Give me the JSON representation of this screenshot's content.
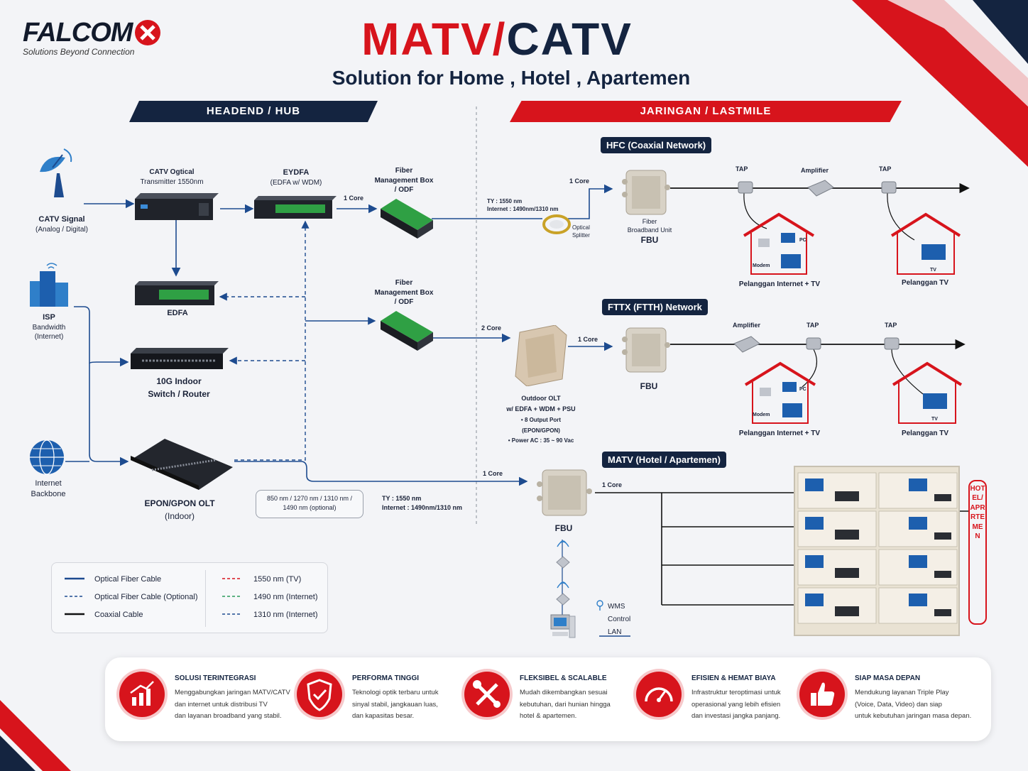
{
  "brand": {
    "name": "FALCOM",
    "tagline": "Solutions Beyond Connection"
  },
  "title": {
    "part1": "MATV/",
    "part2": "CATV",
    "subtitle": "Solution for Home , Hotel , Apartemen"
  },
  "sections": {
    "headend": "HEADEND / HUB",
    "lastmile": "JARINGAN / LASTMILE"
  },
  "networks": {
    "hfc": "HFC  (Coaxial Network)",
    "fttx": "FTTX (FTTH) Network",
    "matv": "MATV (Hotel / Apartemen)"
  },
  "sources": {
    "catv": {
      "name": "CATV Signal",
      "sub": "(Analog / Digital)"
    },
    "isp": {
      "name": "ISP",
      "sub1": "Bandwidth",
      "sub2": "(Internet)"
    },
    "internet": {
      "name1": "Internet",
      "name2": "Backbone"
    }
  },
  "devices": {
    "transmitter": {
      "line1": "CATV Ogtical",
      "line2": "Transmitter 1550nm"
    },
    "eydfa": {
      "line1": "EYDFA",
      "line2": "(EDFA w/ WDM)"
    },
    "edfa": "EDFA",
    "switch": {
      "line1": "10G Indoor",
      "line2": "Switch / Router"
    },
    "olt": {
      "line1": "EPON/GPON OLT",
      "line2": "(Indoor)"
    },
    "odf1": {
      "line1": "Fiber",
      "line2": "Management Box",
      "line3": "/ ODF"
    },
    "odf2": {
      "line1": "Fiber",
      "line2": "Management Box",
      "line3": "/ ODF"
    },
    "splitter": {
      "line1": "Optical",
      "line2": "Splitter"
    },
    "fbu_hfc": {
      "line1": "Fiber",
      "line2": "Broadband Unit",
      "name": "FBU"
    },
    "fbu_fttx": "FBU",
    "fbu_matv": "FBU",
    "outdoor_olt": {
      "line1": "Outdoor OLT",
      "line2": "w/ EDFA + WDM + PSU",
      "bullet1": "8 Output Port",
      "bullet1b": "(EPON/GPON)",
      "bullet2": "Power AC : 35 ~ 90 Vac"
    }
  },
  "line_labels": {
    "core1_a": "1 Core",
    "core1_b": "1 Core",
    "core2": "2 Core",
    "core1_c": "1 Core",
    "core1_d": "1 Core",
    "core1_e": "1 Core",
    "wl_top_1": "TY :  1550 nm",
    "wl_top_2": "Internet : 1490nm/1310 nm",
    "wl_bottom_1": "TY :  1550 nm",
    "wl_bottom_2": "Internet : 1490nm/1310 nm",
    "wl_box_1": "850 nm / 1270 nm / 1310 nm /",
    "wl_box_2": "1490 nm (optional)"
  },
  "hfc_chain": {
    "tap1": "TAP",
    "amp": "Amplifier",
    "tap2": "TAP",
    "home1": "Pelanggan Internet + TV",
    "home2": "Pelanggan TV",
    "pc": "PC",
    "modem": "Modem",
    "tv": "TV"
  },
  "fttx_chain": {
    "amp": "Amplifier",
    "tap1": "TAP",
    "tap2": "TAP",
    "home1": "Pelanggan Internet + TV",
    "home2": "Pelanggan TV",
    "pc": "PC",
    "modem": "Modem",
    "tv": "TV"
  },
  "matv_side": {
    "wms": "WMS",
    "control": "Control",
    "lan": "LAN",
    "vertical": "HOTEL/APRRTEMEN",
    "room_tv": "TV"
  },
  "legend": [
    {
      "label": "Optical Fiber Cable",
      "style": "solid",
      "color": "#1d4b8f"
    },
    {
      "label": "Optical Fiber Cable (Optional)",
      "style": "dashed",
      "color": "#1d4b8f"
    },
    {
      "label": "Coaxial Cable",
      "style": "solid",
      "color": "#111111"
    },
    {
      "label": "1550 nm (TV)",
      "style": "dashed",
      "color": "#d7141c"
    },
    {
      "label": "1490 nm (Internet)",
      "style": "dashed",
      "color": "#2a9a5a"
    },
    {
      "label": "1310 nm (Internet)",
      "style": "dashed",
      "color": "#1d4b8f"
    }
  ],
  "features": [
    {
      "icon": "chart-growth-icon",
      "title": "SOLUSI TERINTEGRASI",
      "l1": "Menggabungkan jaringan MATV/CATV",
      "l2": "dan internet untuk distribusi TV",
      "l3": "dan layanan broadband yang stabil."
    },
    {
      "icon": "shield-check-icon",
      "title": "PERFORMA TINGGI",
      "l1": "Teknologi optik terbaru untuk",
      "l2": "sinyal stabil, jangkauan luas,",
      "l3": "dan kapasitas besar."
    },
    {
      "icon": "tools-icon",
      "title": "FLEKSIBEL & SCALABLE",
      "l1": "Mudah dikembangkan sesuai",
      "l2": "kebutuhan, dari hunian hingga",
      "l3": "hotel & apartemen."
    },
    {
      "icon": "speedometer-icon",
      "title": "EFISIEN & HEMAT BIAYA",
      "l1": "Infrastruktur teroptimasi untuk",
      "l2": "operasional yang lebih efisien",
      "l3": "dan investasi jangka panjang."
    },
    {
      "icon": "thumbs-up-icon",
      "title": "SIAP MASA DEPAN",
      "l1": "Mendukung layanan Triple Play",
      "l2": "(Voice, Data, Video) dan siap",
      "l3": "untuk kebutuhan jaringan masa depan."
    }
  ],
  "colors": {
    "navy": "#142440",
    "red": "#d7141c",
    "fiber": "#1d4b8f"
  }
}
